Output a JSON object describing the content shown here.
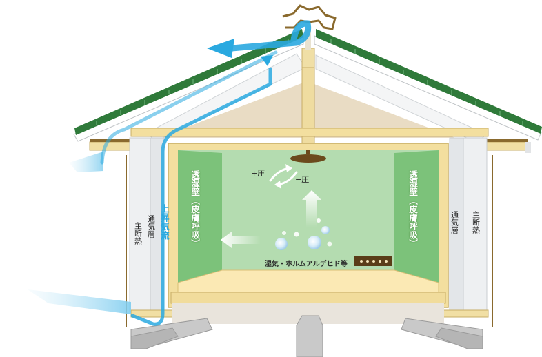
{
  "labels": {
    "left_wall": "透湿壁（皮膚呼吸）",
    "right_wall": "透湿壁（皮膚呼吸）",
    "updraft": "上昇気流",
    "left_main_insulation": "主断熱",
    "left_ventilation_layer": "通気層",
    "right_ventilation_layer": "通気層",
    "right_main_insulation": "主断熱",
    "positive_pressure": "+圧",
    "negative_pressure": "−圧",
    "moisture_formaldehyde": "湿気・ホルムアルデヒド等"
  },
  "colors": {
    "roof_tile": "#2f7a3a",
    "interior_wall": "#7cc27a",
    "interior_air": "#b4dcb0",
    "timber": "#f3df9f",
    "insulation": "#eef0f2",
    "airflow": "#2aa9e0",
    "foundation": "#c9c9c9"
  },
  "icons": [
    "ridge-vent-icon",
    "ceiling-fan-icon",
    "wall-vent-grille-icon",
    "pressure-arrows-icon",
    "upward-arrow-icon",
    "leftward-arrow-icon"
  ]
}
